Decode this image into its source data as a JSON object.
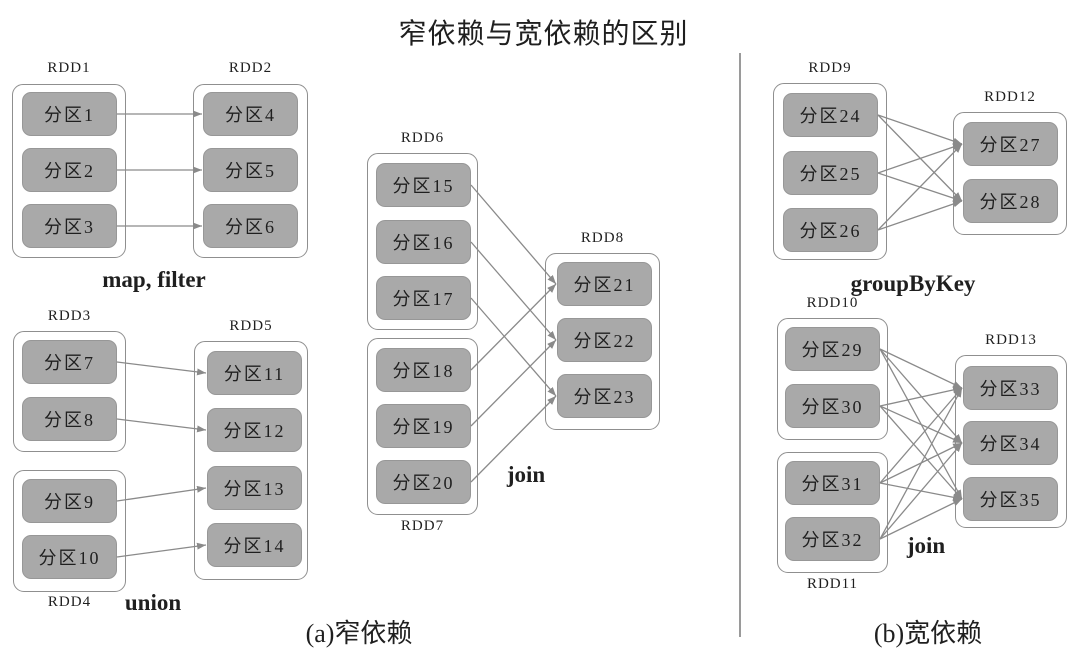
{
  "title": "窄依赖与宽依赖的区别",
  "captions": {
    "narrow": "(a)窄依赖",
    "wide": "(b)宽依赖"
  },
  "operations": {
    "map_filter": "map, filter",
    "union": "union",
    "join_narrow": "join",
    "group_by_key": "groupByKey",
    "join_wide": "join"
  },
  "rdds": {
    "rdd1": {
      "label": "RDD1",
      "partitions": {
        "p1": "分区1",
        "p2": "分区2",
        "p3": "分区3"
      }
    },
    "rdd2": {
      "label": "RDD2",
      "partitions": {
        "p4": "分区4",
        "p5": "分区5",
        "p6": "分区6"
      }
    },
    "rdd3": {
      "label": "RDD3",
      "partitions": {
        "p7": "分区7",
        "p8": "分区8"
      }
    },
    "rdd4": {
      "label": "RDD4",
      "partitions": {
        "p9": "分区9",
        "p10": "分区10"
      }
    },
    "rdd5": {
      "label": "RDD5",
      "partitions": {
        "p11": "分区11",
        "p12": "分区12",
        "p13": "分区13",
        "p14": "分区14"
      }
    },
    "rdd6": {
      "label": "RDD6",
      "partitions": {
        "p15": "分区15",
        "p16": "分区16",
        "p17": "分区17"
      }
    },
    "rdd7": {
      "label": "RDD7",
      "partitions": {
        "p18": "分区18",
        "p19": "分区19",
        "p20": "分区20"
      }
    },
    "rdd8": {
      "label": "RDD8",
      "partitions": {
        "p21": "分区21",
        "p22": "分区22",
        "p23": "分区23"
      }
    },
    "rdd9": {
      "label": "RDD9",
      "partitions": {
        "p24": "分区24",
        "p25": "分区25",
        "p26": "分区26"
      }
    },
    "rdd10": {
      "label": "RDD10",
      "partitions": {
        "p29": "分区29",
        "p30": "分区30"
      }
    },
    "rdd11": {
      "label": "RDD11",
      "partitions": {
        "p31": "分区31",
        "p32": "分区32"
      }
    },
    "rdd12": {
      "label": "RDD12",
      "partitions": {
        "p27": "分区27",
        "p28": "分区28"
      }
    },
    "rdd13": {
      "label": "RDD13",
      "partitions": {
        "p33": "分区33",
        "p34": "分区34",
        "p35": "分区35"
      }
    }
  },
  "edges": [
    [
      "p1",
      "p4"
    ],
    [
      "p2",
      "p5"
    ],
    [
      "p3",
      "p6"
    ],
    [
      "p7",
      "p11"
    ],
    [
      "p8",
      "p12"
    ],
    [
      "p9",
      "p13"
    ],
    [
      "p10",
      "p14"
    ],
    [
      "p15",
      "p21"
    ],
    [
      "p16",
      "p22"
    ],
    [
      "p17",
      "p23"
    ],
    [
      "p18",
      "p21"
    ],
    [
      "p19",
      "p22"
    ],
    [
      "p20",
      "p23"
    ],
    [
      "p24",
      "p27"
    ],
    [
      "p24",
      "p28"
    ],
    [
      "p25",
      "p27"
    ],
    [
      "p25",
      "p28"
    ],
    [
      "p26",
      "p27"
    ],
    [
      "p26",
      "p28"
    ],
    [
      "p29",
      "p33"
    ],
    [
      "p29",
      "p34"
    ],
    [
      "p29",
      "p35"
    ],
    [
      "p30",
      "p33"
    ],
    [
      "p30",
      "p34"
    ],
    [
      "p30",
      "p35"
    ],
    [
      "p31",
      "p33"
    ],
    [
      "p31",
      "p34"
    ],
    [
      "p31",
      "p35"
    ],
    [
      "p32",
      "p33"
    ],
    [
      "p32",
      "p34"
    ],
    [
      "p32",
      "p35"
    ]
  ],
  "colors": {
    "partition_fill": "#a9a9a9",
    "partition_border": "#979797",
    "container_border": "#8f8f8f",
    "edge": "#8a8a8a",
    "text": "#1f1f1f",
    "divider": "#9a9a9a",
    "background": "#ffffff"
  }
}
